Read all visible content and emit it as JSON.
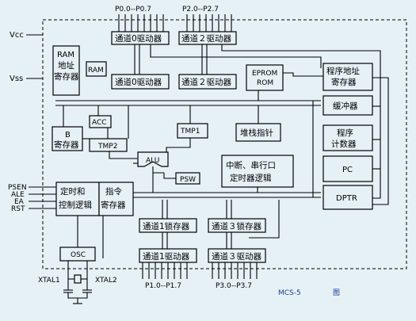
{
  "ports": {
    "p0": "P0.0--P0.7",
    "p2": "P2.0--P2.7",
    "p1": "P1.0--P1.7",
    "p3": "P3.0--P3.7"
  },
  "power": {
    "vcc": "Vcc",
    "vss": "Vss"
  },
  "blocks": {
    "ch0_driver_top": "通道0驱动器",
    "ch2_driver_top": "通道２驱动器",
    "ch0_driver_mid": "通道0驱动器",
    "ch2_driver_mid": "通道２驱动器",
    "ram_addr": [
      "RAM",
      "地址",
      "寄存器"
    ],
    "ram": "RAM",
    "eprom": [
      "EPROM",
      "ROM"
    ],
    "pc_addr": [
      "程序地址",
      "寄存器"
    ],
    "buffer": "缓冲器",
    "pc_counter": [
      "程序",
      "计数器"
    ],
    "pc": "PC",
    "dptr": "DPTR",
    "b_reg": [
      "B",
      "寄存器"
    ],
    "acc": "ACC",
    "tmp2": "TMP2",
    "tmp1": "TMP1",
    "stack": "堆栈指针",
    "alu": "ALU",
    "psw": "PSW",
    "interrupt": [
      "中断、串行口",
      "定时器逻辑"
    ],
    "timing": [
      "定时和",
      "控制逻辑"
    ],
    "instr_reg": [
      "指令",
      "寄存器"
    ],
    "ch1_latch": "通道1锁存器",
    "ch3_latch": "通道３锁存器",
    "ch1_driver": "通道1驱动器",
    "ch3_driver": "通道３驱动器",
    "osc": "OSC"
  },
  "pins": {
    "psen": "PSEN",
    "ale": "ALE",
    "ea": "EA",
    "rst": "RST",
    "xtal1": "XTAL1",
    "xtal2": "XTAL2"
  },
  "caption": "MCS-5",
  "caption_tail": "图"
}
